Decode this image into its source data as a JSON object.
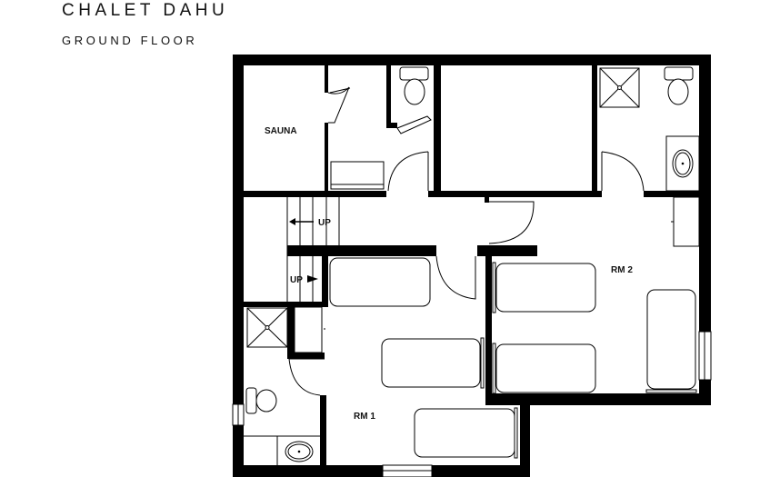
{
  "header": {
    "title": "CHALET DAHU",
    "subtitle": "GROUND FLOOR"
  },
  "rooms": {
    "sauna": "SAUNA",
    "rm1": "RM 1",
    "rm2": "RM 2",
    "stairs_up_1": "UP",
    "stairs_up_2": "UP"
  },
  "colors": {
    "wall": "#000000",
    "background": "#ffffff"
  }
}
